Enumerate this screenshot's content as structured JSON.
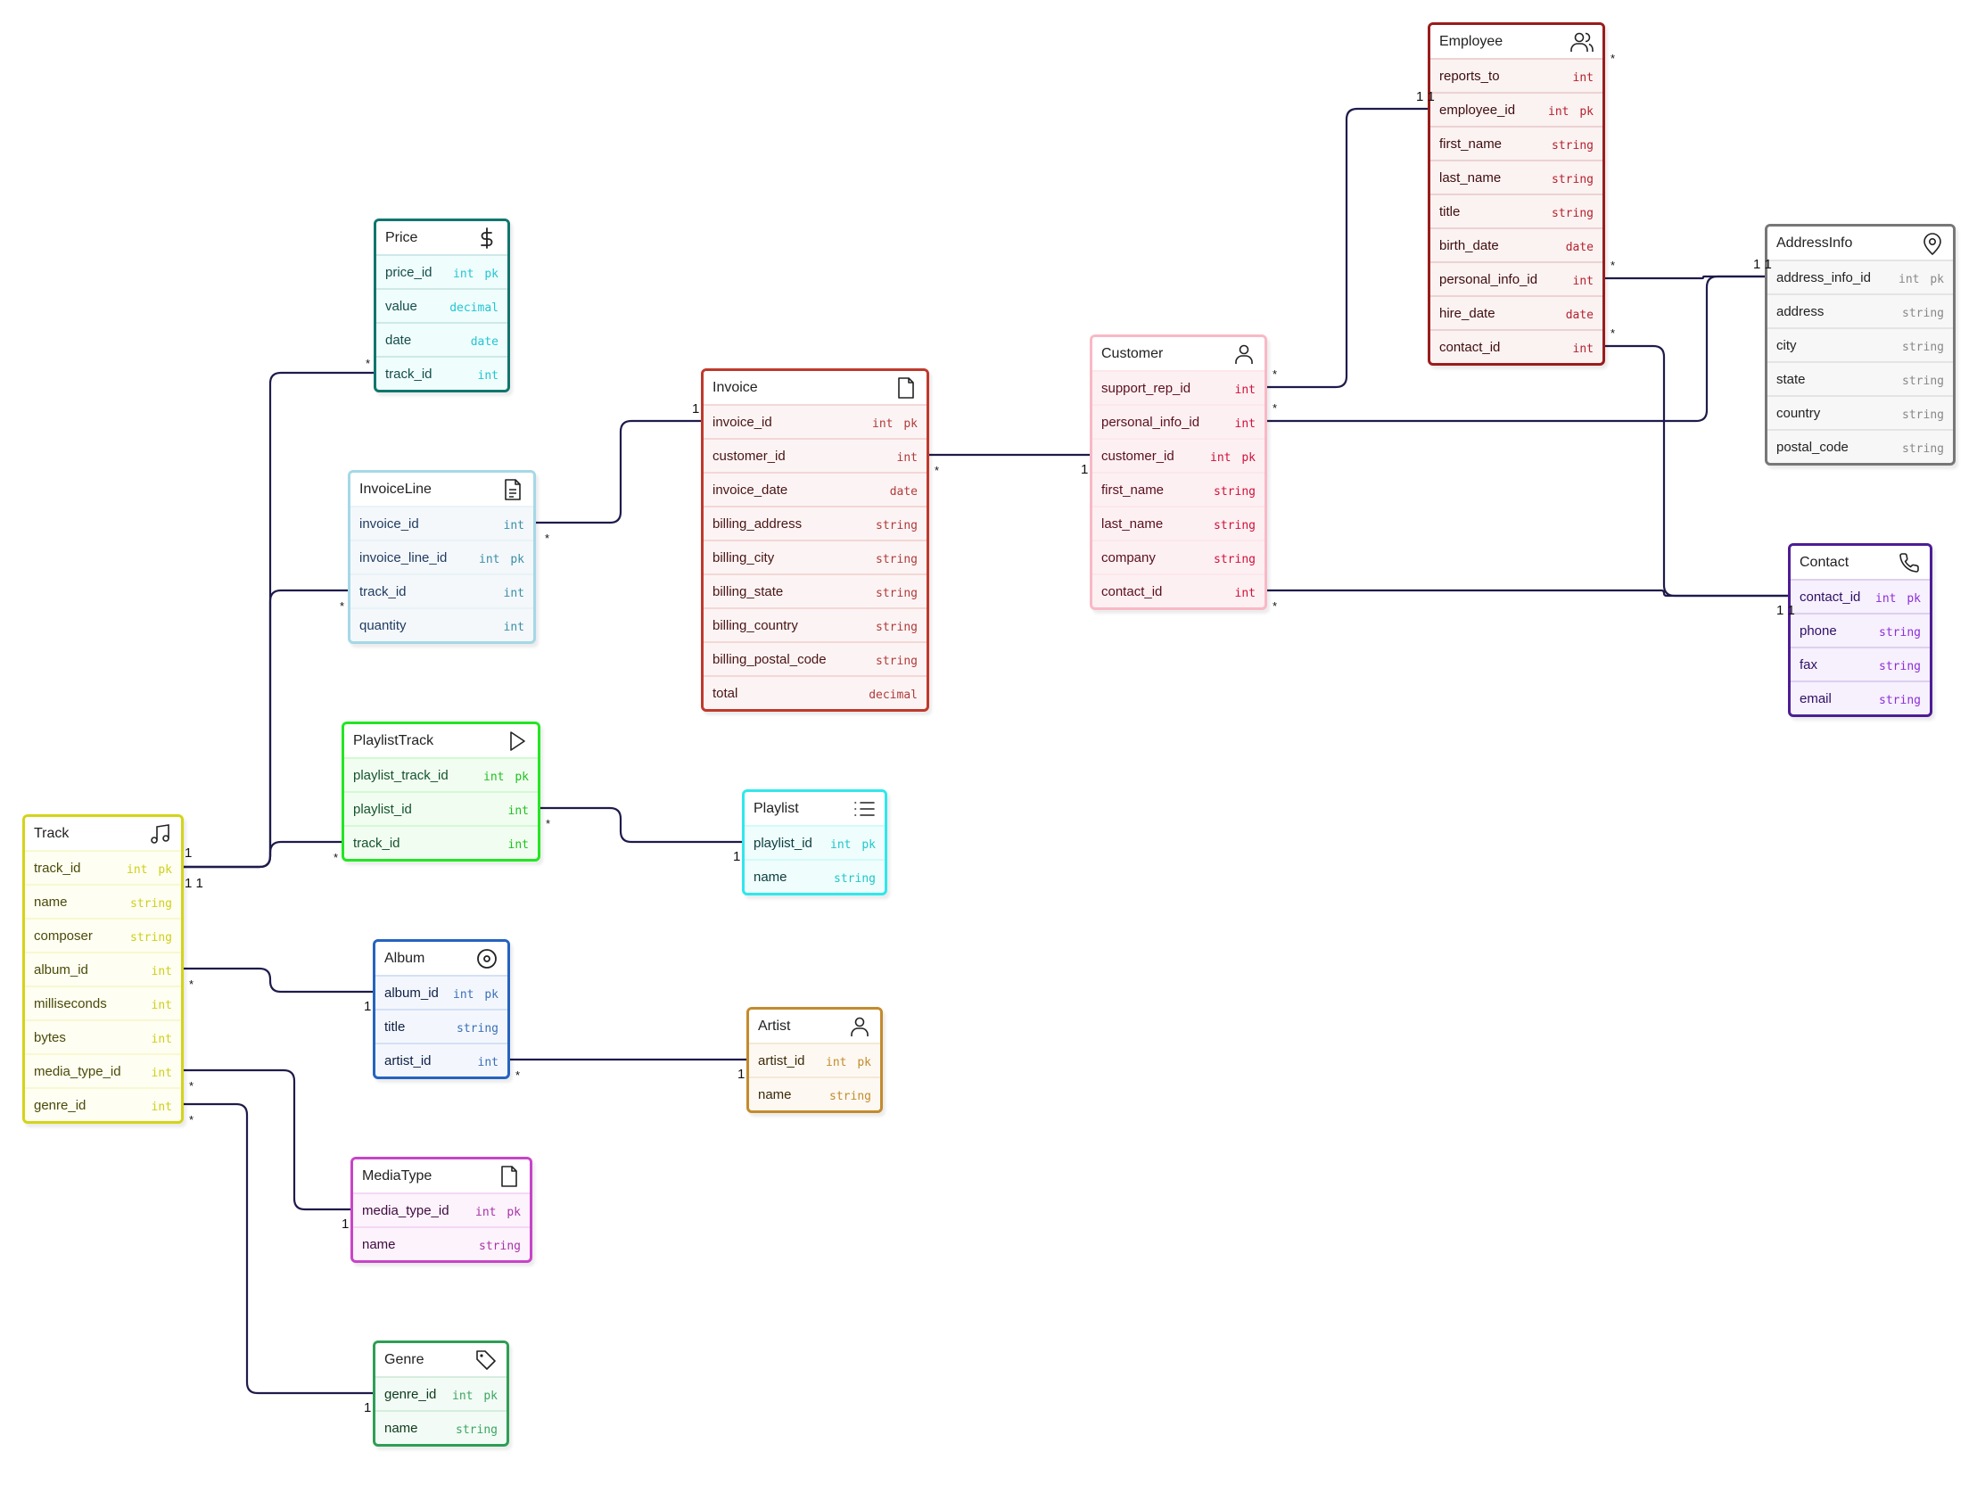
{
  "diagram": {
    "type": "er-diagram",
    "edge_color": "#1e1b4b",
    "entities": [
      {
        "id": "Price",
        "name": "Price",
        "icon": "dollar-icon",
        "color": "#0f766e",
        "bg": "#f0fdfd",
        "field_color": "#134e4a",
        "type_color": "#22c5d3",
        "fields": [
          {
            "name": "price_id",
            "type": "int pk"
          },
          {
            "name": "value",
            "type": "decimal"
          },
          {
            "name": "date",
            "type": "date"
          },
          {
            "name": "track_id",
            "type": "int"
          }
        ]
      },
      {
        "id": "InvoiceLine",
        "name": "InvoiceLine",
        "icon": "document-lines-icon",
        "color": "#a5d8e6",
        "bg": "#f4f8fb",
        "field_color": "#1e3a5f",
        "type_color": "#3b8fa6",
        "fields": [
          {
            "name": "invoice_id",
            "type": "int"
          },
          {
            "name": "invoice_line_id",
            "type": "int pk"
          },
          {
            "name": "track_id",
            "type": "int"
          },
          {
            "name": "quantity",
            "type": "int"
          }
        ]
      },
      {
        "id": "Invoice",
        "name": "Invoice",
        "icon": "file-icon",
        "color": "#c0392b",
        "bg": "#fcf4f4",
        "field_color": "#4a1414",
        "type_color": "#b03a3a",
        "fields": [
          {
            "name": "invoice_id",
            "type": "int pk"
          },
          {
            "name": "customer_id",
            "type": "int"
          },
          {
            "name": "invoice_date",
            "type": "date"
          },
          {
            "name": "billing_address",
            "type": "string"
          },
          {
            "name": "billing_city",
            "type": "string"
          },
          {
            "name": "billing_state",
            "type": "string"
          },
          {
            "name": "billing_country",
            "type": "string"
          },
          {
            "name": "billing_postal_code",
            "type": "string"
          },
          {
            "name": "total",
            "type": "decimal"
          }
        ]
      },
      {
        "id": "Customer",
        "name": "Customer",
        "icon": "user-icon",
        "color": "#f9b8c6",
        "bg": "#fdf0f2",
        "field_color": "#5a0f1e",
        "type_color": "#d0103a",
        "fields": [
          {
            "name": "support_rep_id",
            "type": "int"
          },
          {
            "name": "personal_info_id",
            "type": "int"
          },
          {
            "name": "customer_id",
            "type": "int pk"
          },
          {
            "name": "first_name",
            "type": "string"
          },
          {
            "name": "last_name",
            "type": "string"
          },
          {
            "name": "company",
            "type": "string"
          },
          {
            "name": "contact_id",
            "type": "int"
          }
        ]
      },
      {
        "id": "Employee",
        "name": "Employee",
        "icon": "users-icon",
        "color": "#9b1c1c",
        "bg": "#fbf2f2",
        "field_color": "#3f0d0d",
        "type_color": "#b4232c",
        "fields": [
          {
            "name": "reports_to",
            "type": "int"
          },
          {
            "name": "employee_id",
            "type": "int pk"
          },
          {
            "name": "first_name",
            "type": "string"
          },
          {
            "name": "last_name",
            "type": "string"
          },
          {
            "name": "title",
            "type": "string"
          },
          {
            "name": "birth_date",
            "type": "date"
          },
          {
            "name": "personal_info_id",
            "type": "int"
          },
          {
            "name": "hire_date",
            "type": "date"
          },
          {
            "name": "contact_id",
            "type": "int"
          }
        ]
      },
      {
        "id": "AddressInfo",
        "name": "AddressInfo",
        "icon": "map-pin-icon",
        "color": "#777777",
        "bg": "#f7f7f7",
        "field_color": "#222222",
        "type_color": "#888888",
        "fields": [
          {
            "name": "address_info_id",
            "type": "int pk"
          },
          {
            "name": "address",
            "type": "string"
          },
          {
            "name": "city",
            "type": "string"
          },
          {
            "name": "state",
            "type": "string"
          },
          {
            "name": "country",
            "type": "string"
          },
          {
            "name": "postal_code",
            "type": "string"
          }
        ]
      },
      {
        "id": "Contact",
        "name": "Contact",
        "icon": "phone-icon",
        "color": "#4c1d95",
        "bg": "#f7f0fd",
        "field_color": "#2e1065",
        "type_color": "#8b2fd6",
        "fields": [
          {
            "name": "contact_id",
            "type": "int pk"
          },
          {
            "name": "phone",
            "type": "string"
          },
          {
            "name": "fax",
            "type": "string"
          },
          {
            "name": "email",
            "type": "string"
          }
        ]
      },
      {
        "id": "PlaylistTrack",
        "name": "PlaylistTrack",
        "icon": "play-icon",
        "color": "#22e622",
        "bg": "#f2fdf2",
        "field_color": "#14532d",
        "type_color": "#1ec21e",
        "fields": [
          {
            "name": "playlist_track_id",
            "type": "int pk"
          },
          {
            "name": "playlist_id",
            "type": "int"
          },
          {
            "name": "track_id",
            "type": "int"
          }
        ]
      },
      {
        "id": "Playlist",
        "name": "Playlist",
        "icon": "list-icon",
        "color": "#2ee8ec",
        "bg": "#effdfd",
        "field_color": "#0c3c3e",
        "type_color": "#1fc7cc",
        "fields": [
          {
            "name": "playlist_id",
            "type": "int pk"
          },
          {
            "name": "name",
            "type": "string"
          }
        ]
      },
      {
        "id": "Track",
        "name": "Track",
        "icon": "music-note-icon",
        "color": "#d4d419",
        "bg": "#fefef2",
        "field_color": "#4a4a0a",
        "type_color": "#cfcf1a",
        "fields": [
          {
            "name": "track_id",
            "type": "int pk"
          },
          {
            "name": "name",
            "type": "string"
          },
          {
            "name": "composer",
            "type": "string"
          },
          {
            "name": "album_id",
            "type": "int"
          },
          {
            "name": "milliseconds",
            "type": "int"
          },
          {
            "name": "bytes",
            "type": "int"
          },
          {
            "name": "media_type_id",
            "type": "int"
          },
          {
            "name": "genre_id",
            "type": "int"
          }
        ]
      },
      {
        "id": "Album",
        "name": "Album",
        "icon": "disc-icon",
        "color": "#2563c0",
        "bg": "#f3f7fd",
        "field_color": "#0f1f45",
        "type_color": "#3b6fb8",
        "fields": [
          {
            "name": "album_id",
            "type": "int pk"
          },
          {
            "name": "title",
            "type": "string"
          },
          {
            "name": "artist_id",
            "type": "int"
          }
        ]
      },
      {
        "id": "Artist",
        "name": "Artist",
        "icon": "user-icon",
        "color": "#c48a2c",
        "bg": "#fdf9f2",
        "field_color": "#3d2a08",
        "type_color": "#c48a2c",
        "fields": [
          {
            "name": "artist_id",
            "type": "int pk"
          },
          {
            "name": "name",
            "type": "string"
          }
        ]
      },
      {
        "id": "MediaType",
        "name": "MediaType",
        "icon": "file-icon",
        "color": "#c844c8",
        "bg": "#fcf3fc",
        "field_color": "#3f0a3f",
        "type_color": "#a832a8",
        "fields": [
          {
            "name": "media_type_id",
            "type": "int pk"
          },
          {
            "name": "name",
            "type": "string"
          }
        ]
      },
      {
        "id": "Genre",
        "name": "Genre",
        "icon": "tag-icon",
        "color": "#2e9e55",
        "bg": "#f2fbf5",
        "field_color": "#0d3a1c",
        "type_color": "#3ca662",
        "fields": [
          {
            "name": "genre_id",
            "type": "int pk"
          },
          {
            "name": "name",
            "type": "string"
          }
        ]
      }
    ],
    "relationships": [
      {
        "from": "Price.track_id",
        "to": "Track.track_id",
        "from_card": "*",
        "to_card": "1"
      },
      {
        "from": "InvoiceLine.track_id",
        "to": "Track.track_id",
        "from_card": "*",
        "to_card": "1"
      },
      {
        "from": "PlaylistTrack.track_id",
        "to": "Track.track_id",
        "from_card": "*",
        "to_card": "1"
      },
      {
        "from": "InvoiceLine.invoice_id",
        "to": "Invoice.invoice_id",
        "from_card": "*",
        "to_card": "1"
      },
      {
        "from": "Invoice.customer_id",
        "to": "Customer.customer_id",
        "from_card": "*",
        "to_card": "1"
      },
      {
        "from": "Customer.support_rep_id",
        "to": "Employee.employee_id",
        "from_card": "*",
        "to_card": "1"
      },
      {
        "from": "Employee.reports_to",
        "to": "Employee.employee_id",
        "from_card": "*",
        "to_card": "1"
      },
      {
        "from": "Customer.personal_info_id",
        "to": "AddressInfo.address_info_id",
        "from_card": "*",
        "to_card": "1"
      },
      {
        "from": "Employee.personal_info_id",
        "to": "AddressInfo.address_info_id",
        "from_card": "*",
        "to_card": "1"
      },
      {
        "from": "Customer.contact_id",
        "to": "Contact.contact_id",
        "from_card": "*",
        "to_card": "1"
      },
      {
        "from": "Employee.contact_id",
        "to": "Contact.contact_id",
        "from_card": "*",
        "to_card": "1"
      },
      {
        "from": "PlaylistTrack.playlist_id",
        "to": "Playlist.playlist_id",
        "from_card": "*",
        "to_card": "1"
      },
      {
        "from": "Track.album_id",
        "to": "Album.album_id",
        "from_card": "*",
        "to_card": "1"
      },
      {
        "from": "Album.artist_id",
        "to": "Artist.artist_id",
        "from_card": "*",
        "to_card": "1"
      },
      {
        "from": "Track.media_type_id",
        "to": "MediaType.media_type_id",
        "from_card": "*",
        "to_card": "1"
      },
      {
        "from": "Track.genre_id",
        "to": "Genre.genre_id",
        "from_card": "*",
        "to_card": "1"
      }
    ],
    "labels": {
      "one": "1",
      "one_one": "1 1",
      "many": "*"
    }
  }
}
